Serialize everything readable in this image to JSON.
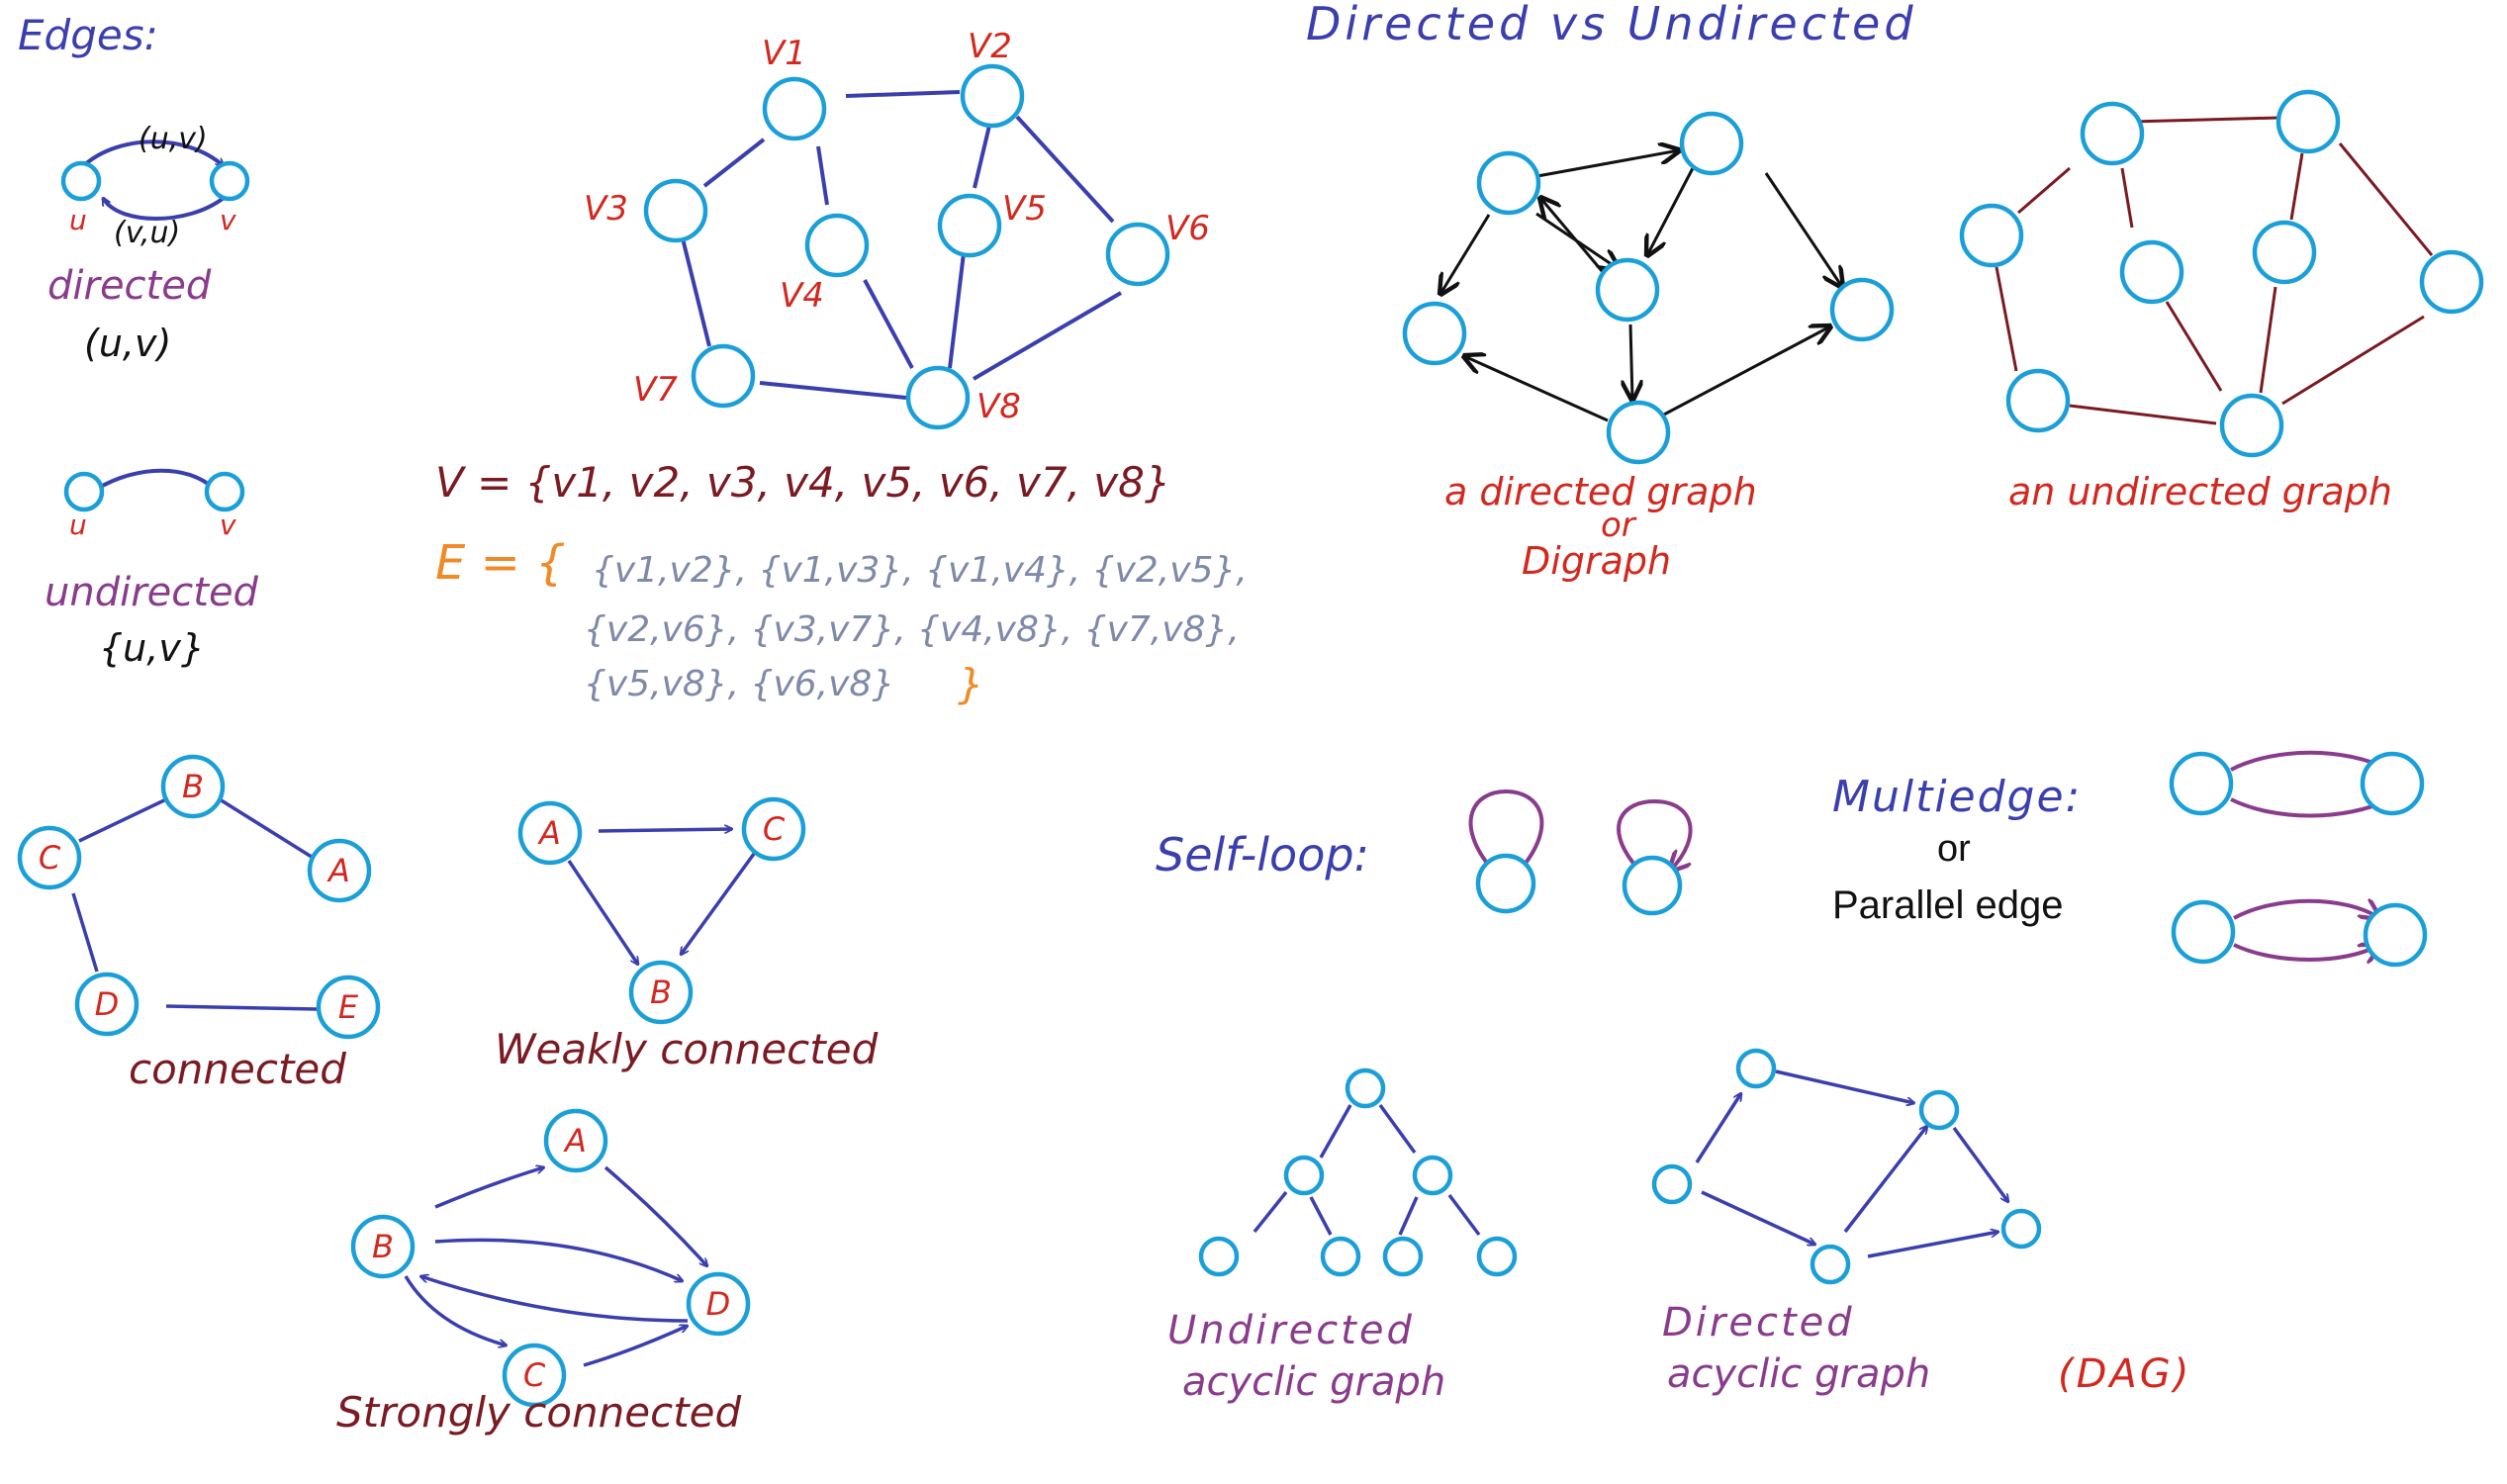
{
  "colors": {
    "node_stroke": "#1a9fd8",
    "blue_ink": "#3b3fae",
    "red_ink": "#d2281f",
    "purple_ink": "#8a3c8c",
    "maroon_ink": "#7a1a22",
    "black_ink": "#111111",
    "orange_ink": "#f08a28",
    "grey_ink": "#7f89a8"
  },
  "edges_section": {
    "title": "Edges:",
    "directed": {
      "u": "u",
      "v": "v",
      "uv": "(u,v)",
      "vu": "(v,u)",
      "label": "directed",
      "notation": "(u,v)"
    },
    "undirected": {
      "u": "u",
      "v": "v",
      "label": "undirected",
      "notation": "{u,v}"
    }
  },
  "main_graph": {
    "nodes": [
      "V1",
      "V2",
      "V3",
      "V4",
      "V5",
      "V6",
      "V7",
      "V8"
    ],
    "V_set": "V = {v1, v2, v3, v4, v5, v6, v7, v8}",
    "E_prefix": "E = {",
    "E_line1": "{v1,v2}, {v1,v3}, {v1,v4}, {v2,v5},",
    "E_line2": "{v2,v6}, {v3,v7}, {v4,v8}, {v7,v8},",
    "E_line3": "{v5,v8}, {v6,v8}",
    "E_suffix": "}"
  },
  "directed_vs_undirected": {
    "title": "Directed vs Undirected",
    "digraph_label_1": "a directed graph",
    "digraph_label_or": "or",
    "digraph_label_2": "Digraph",
    "undirected_label": "an undirected graph"
  },
  "connected": {
    "nodes": [
      "B",
      "C",
      "A",
      "D",
      "E"
    ],
    "label": "connected"
  },
  "weakly_connected": {
    "nodes": [
      "A",
      "C",
      "B"
    ],
    "label": "Weakly connected"
  },
  "strongly_connected": {
    "nodes": [
      "A",
      "B",
      "D",
      "C"
    ],
    "label": "Strongly connected"
  },
  "self_loop": {
    "label": "Self-loop:"
  },
  "multiedge": {
    "label": "Multiedge:",
    "or": "or",
    "alt_label": "Parallel edge"
  },
  "acyclic": {
    "undirected_label_1": "Undirected",
    "undirected_label_2": "acyclic graph",
    "dag_label_1": "Directed",
    "dag_label_2": "acyclic graph",
    "dag_abbrev": "(DAG)"
  }
}
